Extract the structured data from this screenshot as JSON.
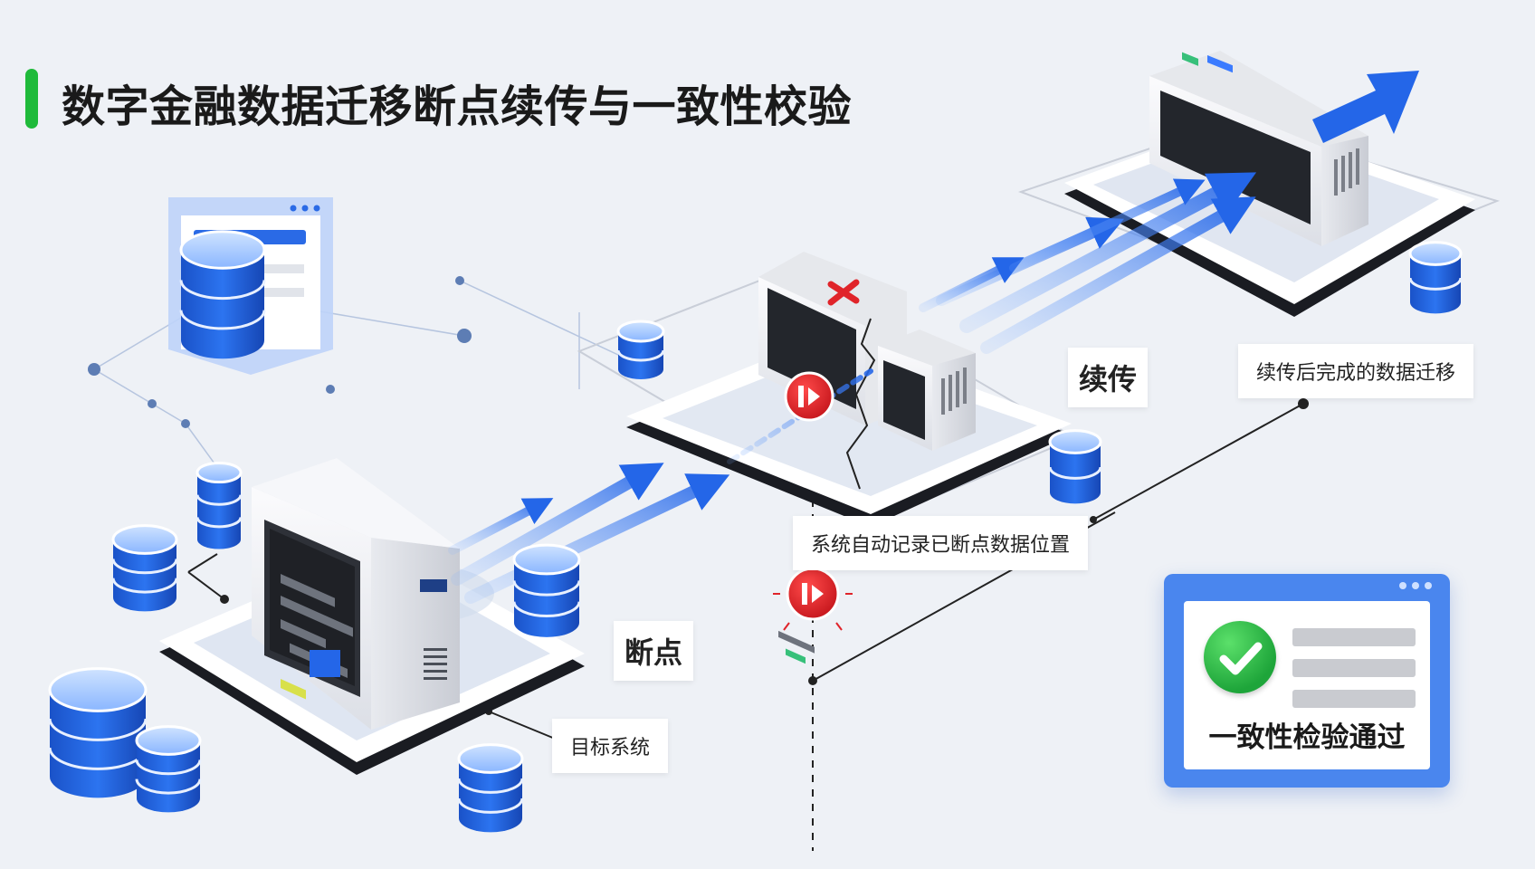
{
  "title": "数字金融数据迁移断点续传与一致性校验",
  "labels": {
    "breakpoint": "断点",
    "resume": "续传",
    "target_system": "目标系统",
    "breakpoint_note": "系统自动记录已断点数据位置",
    "resume_note": "续传后完成的数据迁移"
  },
  "verify_panel": {
    "text": "一致性检验通过",
    "icon": "check-circle-icon"
  },
  "colors": {
    "accent_green": "#1fba3a",
    "arrow_blue": "#2466e8",
    "db_blue": "#1e5fdc",
    "alert_red": "#e0242a",
    "panel_blue": "#4a86ee"
  },
  "icons": [
    "database-icon",
    "server-icon",
    "arrow-icon",
    "breakpoint-icon",
    "check-circle-icon",
    "window-icon"
  ]
}
